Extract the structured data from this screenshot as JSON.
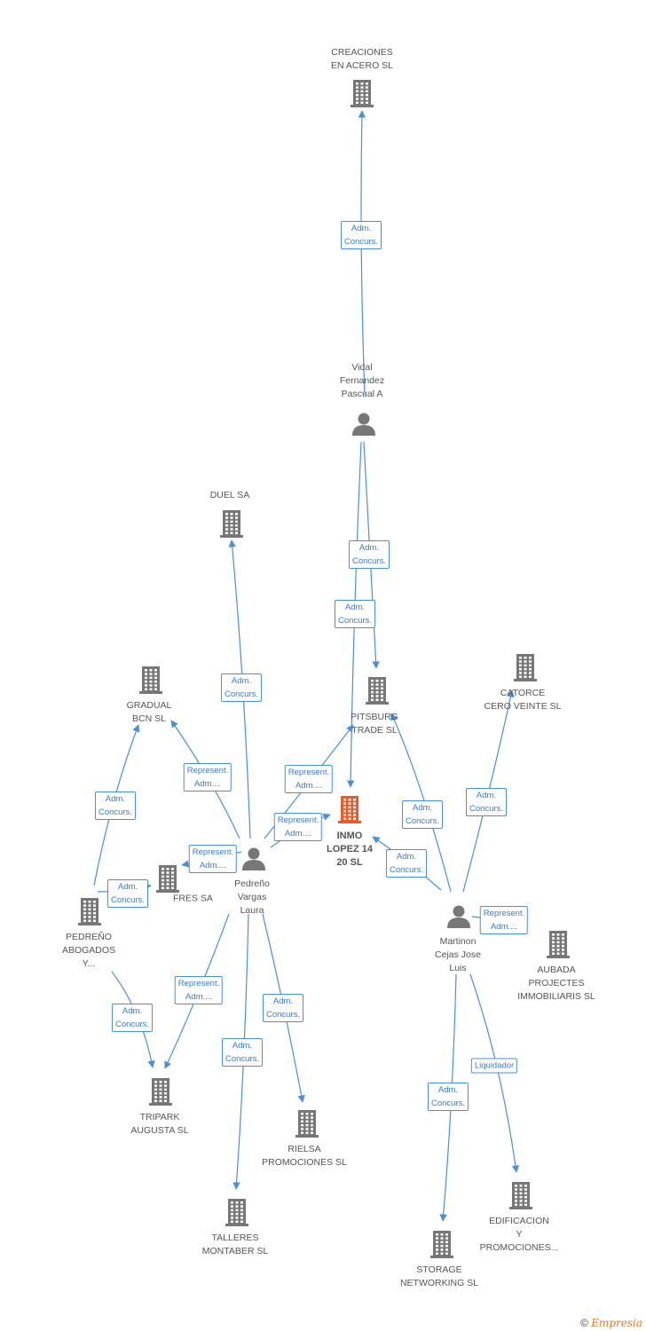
{
  "colors": {
    "edge": "#4a90d9",
    "node": "#777777",
    "focus": "#f05a28"
  },
  "nodes": [
    {
      "id": "creaciones",
      "type": "company",
      "label": "CREACIONES\nEN ACERO SL",
      "icon": "building-icon"
    },
    {
      "id": "vidal",
      "type": "person",
      "label": "Vidal\nFernandez\nPascual A",
      "icon": "person-icon"
    },
    {
      "id": "duel",
      "type": "company",
      "label": "DUEL SA",
      "icon": "building-icon"
    },
    {
      "id": "pitsburg",
      "type": "company",
      "label": "PITSBURG\nTRADE SL",
      "icon": "building-icon"
    },
    {
      "id": "catorce",
      "type": "company",
      "label": "CATORCE\nCERO VEINTE SL",
      "icon": "building-icon"
    },
    {
      "id": "gradual",
      "type": "company",
      "label": "GRADUAL\nBCN SL",
      "icon": "building-icon"
    },
    {
      "id": "inmo",
      "type": "focus",
      "label": "INMO\nLOPEZ 14\n20 SL",
      "icon": "building-icon"
    },
    {
      "id": "fres",
      "type": "company",
      "label": "FRES SA",
      "icon": "building-icon"
    },
    {
      "id": "pedreno_abog",
      "type": "company",
      "label": "PEDREÑO\nABOGADOS\nY...",
      "icon": "building-icon"
    },
    {
      "id": "pedreno_vargas",
      "type": "person",
      "label": "Pedreño\nVargas\nLaura",
      "icon": "person-icon"
    },
    {
      "id": "martinon",
      "type": "person",
      "label": "Martinon\nCejas Jose\nLuis",
      "icon": "person-icon"
    },
    {
      "id": "aubada",
      "type": "company",
      "label": "AUBADA\nPROJECTES\nIMMOBILIARIS SL",
      "icon": "building-icon"
    },
    {
      "id": "tripark",
      "type": "company",
      "label": "TRIPARK\nAUGUSTA SL",
      "icon": "building-icon"
    },
    {
      "id": "rielsa",
      "type": "company",
      "label": "RIELSA\nPROMOCIONES SL",
      "icon": "building-icon"
    },
    {
      "id": "talleres",
      "type": "company",
      "label": "TALLERES\nMONTABER SL",
      "icon": "building-icon"
    },
    {
      "id": "storage",
      "type": "company",
      "label": "STORAGE\nNETWORKING SL",
      "icon": "building-icon"
    },
    {
      "id": "edificacion",
      "type": "company",
      "label": "EDIFICACION\nY\nPROMOCIONES...",
      "icon": "building-icon"
    }
  ],
  "edges": [
    {
      "from": "vidal",
      "to": "creaciones",
      "label": "Adm.\nConcurs."
    },
    {
      "from": "vidal",
      "to": "pitsburg",
      "label": "Adm.\nConcurs."
    },
    {
      "from": "vidal",
      "to": "inmo",
      "label": "Adm.\nConcurs."
    },
    {
      "from": "pedreno_vargas",
      "to": "duel",
      "label": "Adm.\nConcurs."
    },
    {
      "from": "pedreno_vargas",
      "to": "gradual",
      "label": "Represent.\nAdm...."
    },
    {
      "from": "pedreno_vargas",
      "to": "pitsburg",
      "label": "Represent.\nAdm...."
    },
    {
      "from": "pedreno_vargas",
      "to": "inmo",
      "label": "Represent.\nAdm...."
    },
    {
      "from": "pedreno_vargas",
      "to": "fres",
      "label": "Represent.\nAdm...."
    },
    {
      "from": "pedreno_abog",
      "to": "gradual",
      "label": "Adm.\nConcurs."
    },
    {
      "from": "pedreno_abog",
      "to": "fres",
      "label": "Adm.\nConcurs."
    },
    {
      "from": "pedreno_abog",
      "to": "tripark",
      "label": "Adm.\nConcurs."
    },
    {
      "from": "pedreno_vargas",
      "to": "tripark",
      "label": "Represent.\nAdm...."
    },
    {
      "from": "pedreno_vargas",
      "to": "talleres",
      "label": "Adm.\nConcurs."
    },
    {
      "from": "pedreno_vargas",
      "to": "rielsa",
      "label": "Adm.\nConcurs."
    },
    {
      "from": "martinon",
      "to": "pitsburg",
      "label": "Adm.\nConcurs."
    },
    {
      "from": "martinon",
      "to": "catorce",
      "label": "Adm.\nConcurs."
    },
    {
      "from": "martinon",
      "to": "inmo",
      "label": "Adm.\nConcurs."
    },
    {
      "from": "martinon",
      "to": "aubada",
      "label": "Represent.\nAdm...."
    },
    {
      "from": "martinon",
      "to": "storage",
      "label": "Adm.\nConcurs."
    },
    {
      "from": "martinon",
      "to": "edificacion",
      "label": "Liquidador"
    }
  ],
  "footer": {
    "symbol": "©",
    "brand": "Empresia"
  }
}
